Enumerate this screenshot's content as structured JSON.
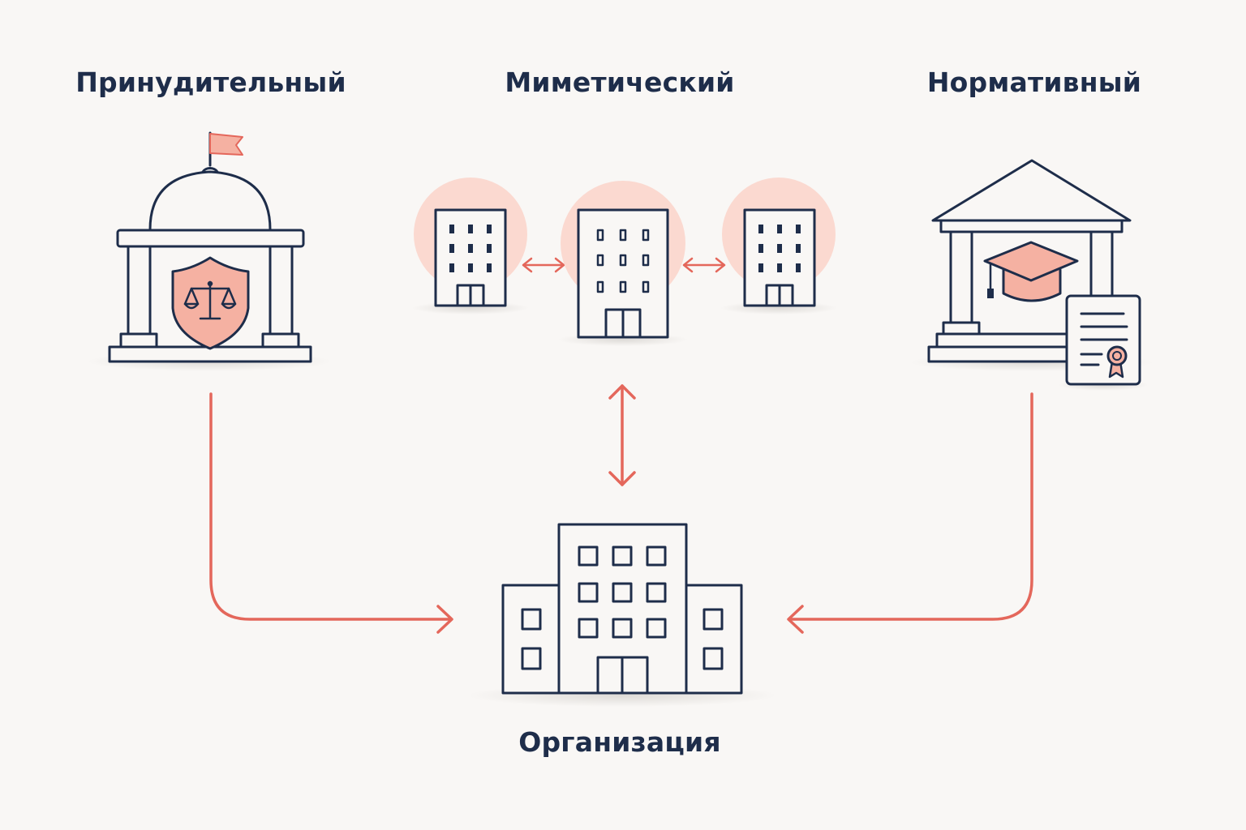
{
  "labels": {
    "coercive": "Принудительный",
    "mimetic": "Миметический",
    "normative": "Нормативный",
    "organization": "Организация"
  },
  "colors": {
    "background": "#f9f7f5",
    "line": "#1e2d4a",
    "accent": "#e4675b",
    "accent_fill": "#f5b1a2",
    "halo": "#fbd9d0"
  },
  "icons": {
    "coercive": "government-dome-icon",
    "coercive_badge": "shield-scales-icon",
    "mimetic_peers": "office-building-icon",
    "normative": "university-icon",
    "normative_badges": [
      "graduation-cap-icon",
      "certificate-icon"
    ],
    "organization": "organization-building-icon"
  },
  "connections": [
    {
      "from": "coercive",
      "to": "organization",
      "style": "one-way arrow"
    },
    {
      "from": "normative",
      "to": "organization",
      "style": "one-way arrow"
    },
    {
      "from": "mimetic",
      "to": "organization",
      "style": "two-way arrow"
    },
    {
      "from": "mimetic-left",
      "to": "mimetic-center",
      "style": "two-way arrow"
    },
    {
      "from": "mimetic-center",
      "to": "mimetic-right",
      "style": "two-way arrow"
    }
  ]
}
